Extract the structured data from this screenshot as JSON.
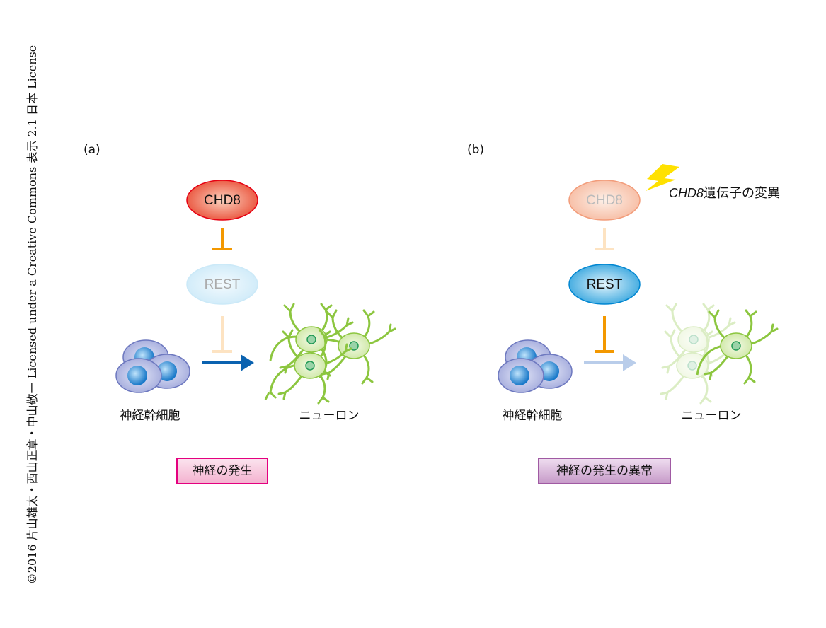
{
  "copyright": "©2016 片山雄太・西山正章・中山敬一 Licensed under a Creative Commons 表示 2.1 日本 License",
  "panels": [
    {
      "label": "(a)",
      "chd8": "CHD8",
      "rest": "REST",
      "source_cell": "神経幹細胞",
      "target_cell": "ニューロン",
      "badge": "神経の発生"
    },
    {
      "label": "(b)",
      "chd8": "CHD8",
      "rest": "REST",
      "source_cell": "神経幹細胞",
      "target_cell": "ニューロン",
      "badge": "神経の発生の異常",
      "mutation_gene": "CHD8",
      "mutation_text": "遺伝子の変異"
    }
  ],
  "colors": {
    "chd8": "#e8452e",
    "rest": "#2aa0dc",
    "inhibit": "#f39800",
    "arrow": "#0a62b0",
    "neuron": "#8cc63f",
    "badge_a": "#f7c8dd",
    "badge_b": "#c79bc9"
  }
}
